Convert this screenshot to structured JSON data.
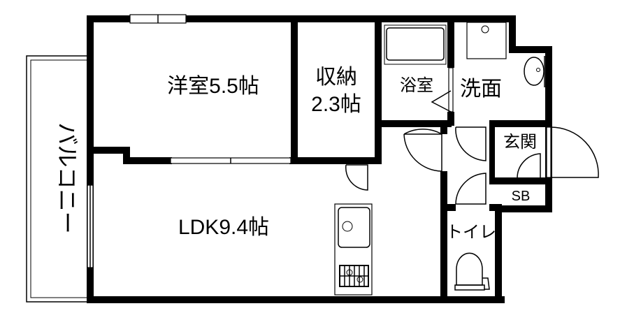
{
  "rooms": {
    "western_room": "洋室5.5帖",
    "storage_line1": "収納",
    "storage_line2": "2.3帖",
    "bathroom": "浴室",
    "washroom": "洗面",
    "entrance": "玄関",
    "shoe_box": "SB",
    "ldk": "LDK9.4帖",
    "toilet": "トイレ",
    "balcony": "バルコニー"
  }
}
